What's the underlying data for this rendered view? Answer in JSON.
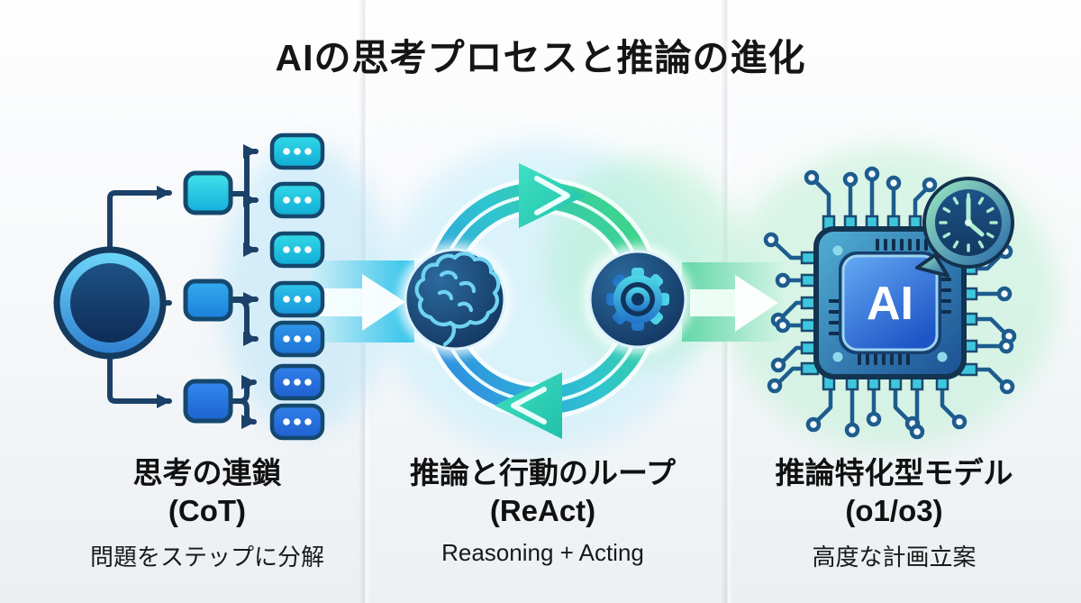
{
  "title": "AIの思考プロセスと推論の進化",
  "colors": {
    "navy_line": "#1c4168",
    "cyan_accent": "#25c2e5",
    "blue_accent": "#2d7de0",
    "green_accent": "#3acb8e",
    "ink": "#151515"
  },
  "stages": [
    {
      "id": "cot",
      "heading": "思考の連鎖",
      "subheading": "(CoT)",
      "caption": "問題をステップに分解",
      "icon": "cot-tree-diagram"
    },
    {
      "id": "react",
      "heading": "推論と行動のループ",
      "subheading": "(ReAct)",
      "caption": "Reasoning + Acting",
      "icon": "react-loop"
    },
    {
      "id": "o1o3",
      "heading": "推論特化型モデル",
      "subheading": "(o1/o3)",
      "caption": "高度な計画立案",
      "icon": "ai-chip"
    }
  ],
  "chip": {
    "label": "AI"
  }
}
